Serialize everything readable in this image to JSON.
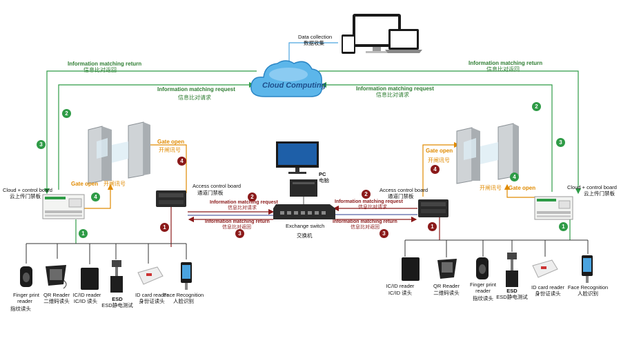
{
  "cloud": {
    "label": "Cloud Computing"
  },
  "data_collection": {
    "en": "Data collection",
    "zh": "数据收集"
  },
  "left": {
    "info_return_en": "Information matching return",
    "info_return_zh": "信息比对返回",
    "info_request_en": "Information matching request",
    "info_request_zh": "信息比对请求",
    "gate_open_top_en": "Gate open",
    "gate_open_top_zh": "开闸讯号",
    "gate_open_mid_en": "Gate open",
    "gate_open_mid_zh": "开闸讯号",
    "cloud_board_en": "Cloud + control board",
    "cloud_board_zh": "云上传门禁板",
    "access_board_en": "Access control board",
    "access_board_zh": "通道门禁板",
    "net_request_en": "Information matching request",
    "net_request_zh": "信息比对请求",
    "net_return_en": "Information matching return",
    "net_return_zh": "信息比对返回"
  },
  "right": {
    "info_return_en": "Information matching return",
    "info_return_zh": "信息比对返回",
    "info_request_en": "Information matching request",
    "info_request_zh": "信息比对请求",
    "gate_open_top_en": "Gate open",
    "gate_open_top_zh": "开闸讯号",
    "gate_open_mid_en": "Gate open",
    "gate_open_mid_zh": "开闸讯号",
    "cloud_board_en": "Cloud + control board",
    "cloud_board_zh": "云上传门禁板",
    "access_board_en": "Access control board",
    "access_board_zh": "通道门禁板",
    "net_request_en": "Information matching request",
    "net_request_zh": "信息比对请求",
    "net_return_en": "Information matching return",
    "net_return_zh": "信息比对返回"
  },
  "pc": {
    "en": "PC",
    "zh": "电脑"
  },
  "switch": {
    "en": "Exchange switch",
    "zh": "交换机"
  },
  "badges": {
    "one": "1",
    "two": "2",
    "three": "3",
    "four": "4"
  },
  "left_devices": [
    {
      "en1": "Finger print",
      "en2": "reader",
      "zh": "指纹读头"
    },
    {
      "en1": "QR Reader",
      "en2": "",
      "zh": "二维码读头"
    },
    {
      "en1": "IC/ID reader",
      "en2": "",
      "zh": "IC/ID 读头"
    },
    {
      "en1": "ESD",
      "en2": "",
      "zh": "ESD静电测试"
    },
    {
      "en1": "ID card reader",
      "en2": "",
      "zh": "身份证读头"
    },
    {
      "en1": "Face Recognition",
      "en2": "",
      "zh": "人脸识别"
    }
  ],
  "right_devices": [
    {
      "en1": "IC/ID reader",
      "en2": "",
      "zh": "IC/ID 读头"
    },
    {
      "en1": "QR Reader",
      "en2": "",
      "zh": "二维码读头"
    },
    {
      "en1": "Finger print",
      "en2": "reader",
      "zh": "指纹读头"
    },
    {
      "en1": "ESD",
      "en2": "",
      "zh": "ESD静电测试"
    },
    {
      "en1": "ID card reader",
      "en2": "",
      "zh": "身份证读头"
    },
    {
      "en1": "Face Recognition",
      "en2": "",
      "zh": "人脸识别"
    }
  ],
  "colors": {
    "green": "#2e9b46",
    "orange": "#e08a00",
    "red": "#8b1a1a",
    "blue": "#2c3e8f",
    "cloud": "#4aa3df"
  }
}
